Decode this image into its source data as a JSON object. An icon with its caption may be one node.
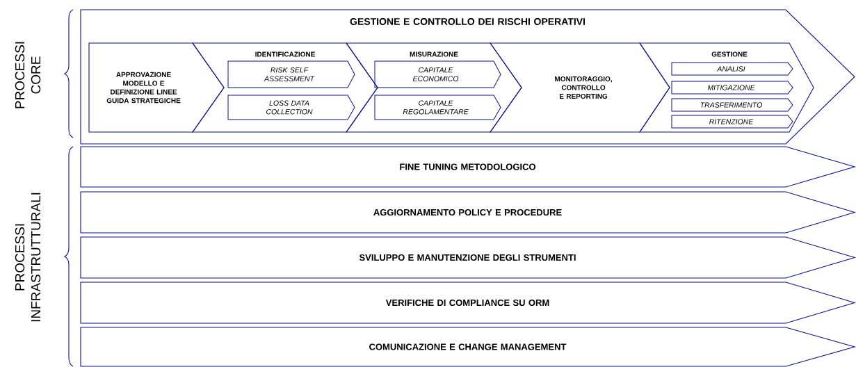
{
  "diagram": {
    "nodes": [
      {
        "text": [
          "GESTIONE E CONTROLLO DEI RISCHI OPERATIVI"
        ]
      },
      {
        "text": [
          "APPROVAZIONE MODELLO E DEFINIZIONE LINEE GUIDA STRATEGICHE"
        ],
        "in": 0
      },
      {
        "text": [
          "IDENTIFICAZIONE"
        ],
        "in": 0
      },
      {
        "text": [
          "RISK SELF ASSESSMENT"
        ],
        "in": 2
      },
      {
        "text": [
          "LOSS DATA COLLECTION"
        ],
        "in": 2
      },
      {
        "text": [
          "MISURAZIONE"
        ],
        "in": 0
      },
      {
        "text": [
          "CAPITALE ECONOMICO"
        ],
        "in": 5
      },
      {
        "text": [
          "CAPITALE REGOLAMENTARE"
        ],
        "in": 5
      },
      {
        "text": [
          "MONITORAGGIO, CONTROLLO E REPORTING"
        ],
        "in": 0
      },
      {
        "text": [
          "GESTIONE"
        ],
        "in": 0
      },
      {
        "text": [
          "ANALISI"
        ],
        "in": 9
      },
      {
        "text": [
          "MITIGAZIONE"
        ],
        "in": 9
      },
      {
        "text": [
          "TRASFERIMENTO"
        ],
        "in": 9
      },
      {
        "text": [
          "RITENZIONE"
        ],
        "in": 9
      },
      {
        "text": [
          "FINE TUNING METODOLOGICO"
        ]
      },
      {
        "text": [
          "AGGIORNAMENTO POLICY E PROCEDURE"
        ]
      },
      {
        "text": [
          "SVILUPPO E MANUTENZIONE DEGLI STRUMENTI"
        ]
      },
      {
        "text": [
          "VERIFICHE DI COMPLIANCE SU ORM"
        ]
      },
      {
        "text": [
          "COMUNICAZIONE E CHANGE MANAGEMENT"
        ]
      }
    ],
    "labels": [
      "PROCESSI CORE",
      "PROCESSI INFRASTRUTTURALI"
    ]
  }
}
